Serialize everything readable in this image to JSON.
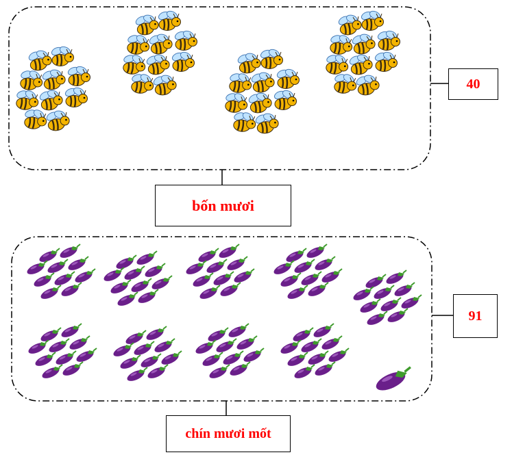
{
  "bee_panel": {
    "icon": "bee-icon",
    "group_sizes": [
      10,
      10,
      10,
      10
    ],
    "count_label": "40",
    "words_label": "bốn mươi"
  },
  "eggplant_panel": {
    "icon": "eggplant-icon",
    "group_sizes": [
      10,
      10,
      10,
      10,
      10,
      10,
      10,
      10,
      10,
      1
    ],
    "count_label": "91",
    "words_label": "chín mươi mốt"
  },
  "colors": {
    "answer_text": "#ff0000",
    "bee_body": "#f4b400",
    "bee_stripe": "#3a2a10",
    "bee_wing": "#bfe3ff",
    "eggplant_body": "#6a1f8a",
    "eggplant_cap": "#3f9b2c"
  }
}
